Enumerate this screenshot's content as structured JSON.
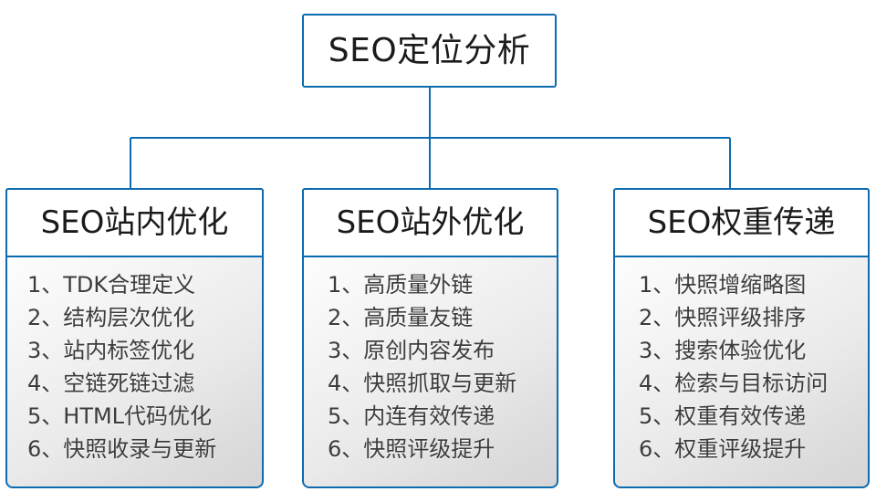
{
  "diagram": {
    "type": "org-tree",
    "root": {
      "label": "SEO定位分析"
    },
    "branches": [
      {
        "header": "SEO站内优化",
        "items": [
          "1、TDK合理定义",
          "2、结构层次优化",
          "3、站内标签优化",
          "4、空链死链过滤",
          "5、HTML代码优化",
          "6、快照收录与更新"
        ]
      },
      {
        "header": "SEO站外优化",
        "items": [
          "1、高质量外链",
          "2、高质量友链",
          "3、原创内容发布",
          "4、快照抓取与更新",
          "5、内连有效传递",
          "6、快照评级提升"
        ]
      },
      {
        "header": "SEO权重传递",
        "items": [
          "1、快照增缩略图",
          "2、快照评级排序",
          "3、搜索体验优化",
          "4、检索与目标访问",
          "5、权重有效传递",
          "6、权重评级提升"
        ]
      }
    ],
    "colors": {
      "border": "#0d6bb0",
      "connector": "#0d6bb0",
      "node_fill": "#ffffff",
      "list_fill_top": "#fdfdfd",
      "list_fill_bottom": "#d6d6d6",
      "title_text": "#1b1b1b",
      "item_text": "#3c3c3c"
    }
  }
}
